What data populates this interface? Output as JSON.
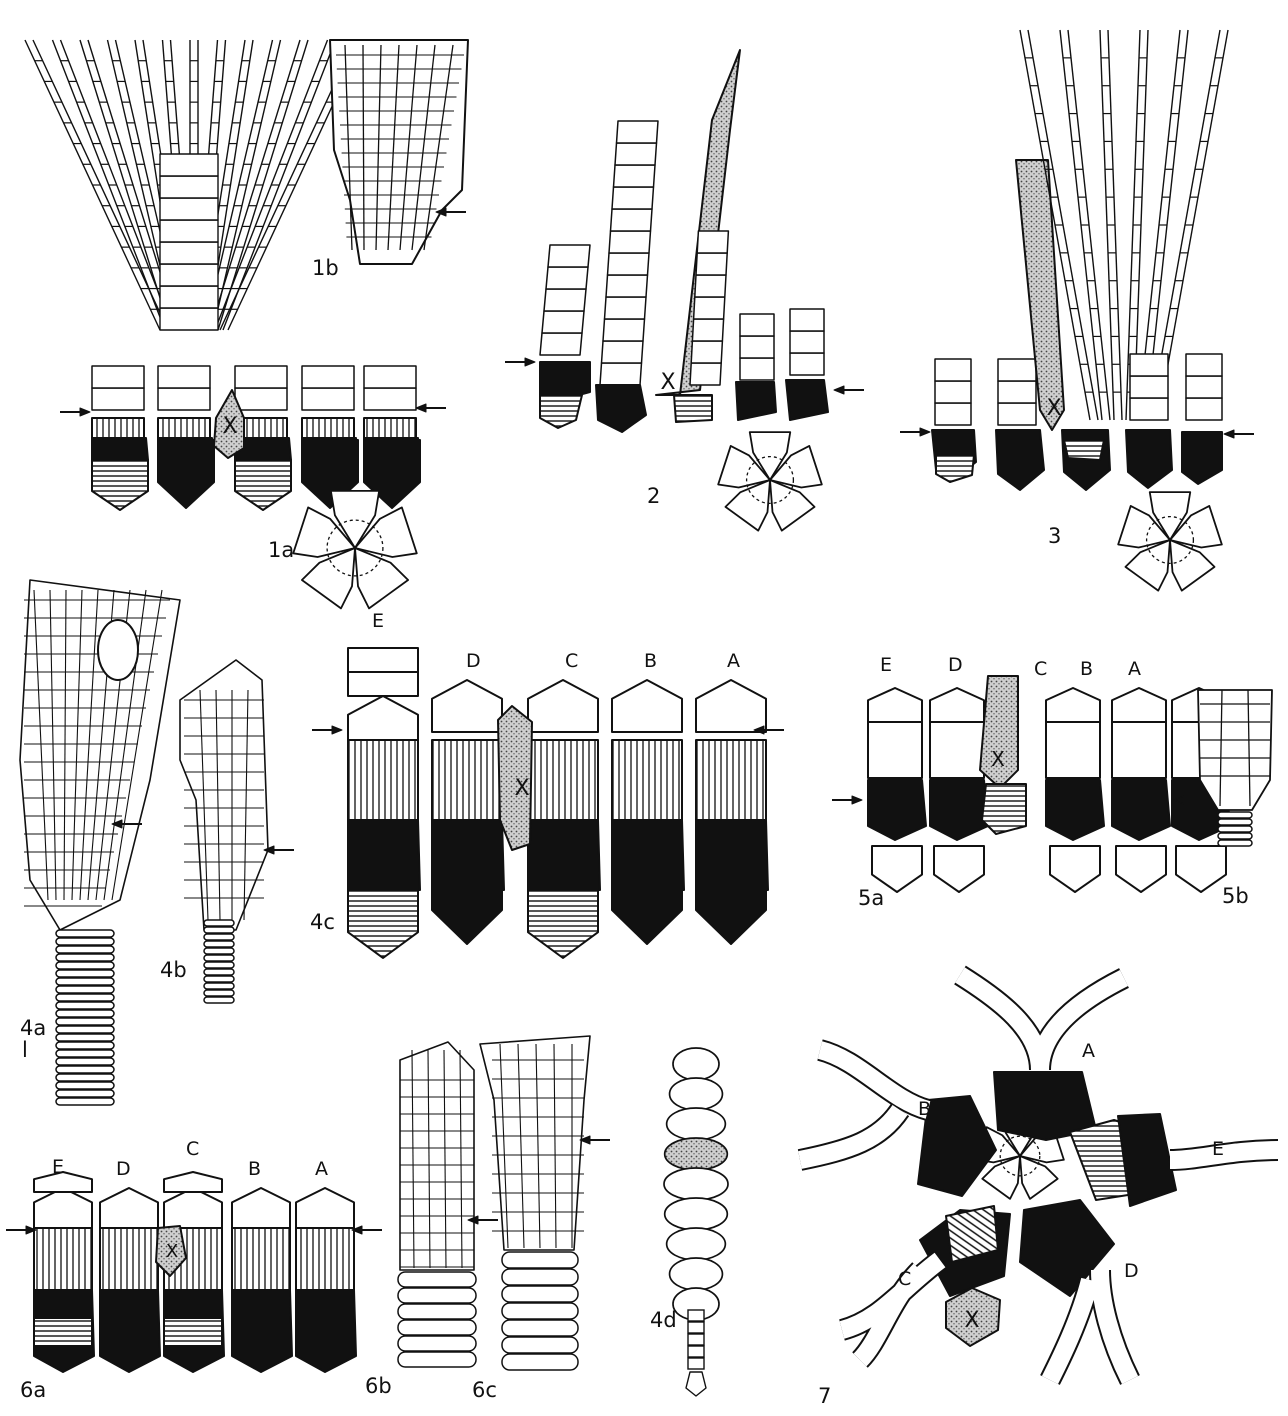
{
  "figure_labels": {
    "f1a": "1a",
    "f1b": "1b",
    "f2": "2",
    "f3": "3",
    "f4a": "4a",
    "f4a_scale": "l",
    "f4b": "4b",
    "f4c": "4c",
    "f4d": "4d",
    "f5a": "5a",
    "f5b": "5b",
    "f6a": "6a",
    "f6b": "6b",
    "f6c": "6c",
    "f7": "7"
  },
  "ray_labels": [
    "E",
    "D",
    "C",
    "B",
    "A"
  ],
  "anal_mark": "X",
  "palette": {
    "ink": "#111111",
    "paper": "#ffffff",
    "stipple": "#bdbdbd"
  }
}
